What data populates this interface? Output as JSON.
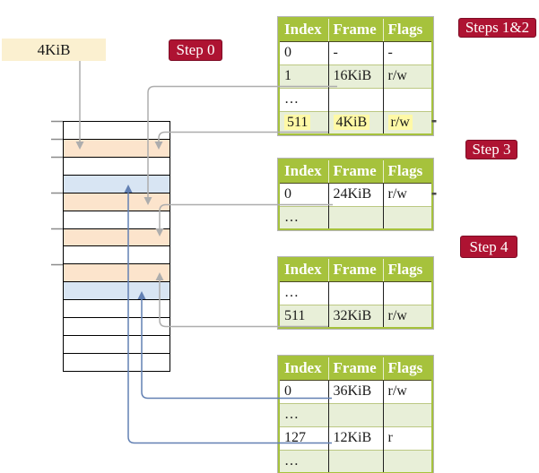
{
  "frame_box": {
    "label": "4KiB"
  },
  "step_labels": {
    "step0": "Step 0",
    "steps12": "Steps 1&2",
    "step3": "Step 3",
    "step4": "Step 4"
  },
  "tables": [
    {
      "id": "t1",
      "headers": [
        "Index",
        "Frame",
        "Flags"
      ],
      "rows": [
        {
          "cells": [
            "0",
            "-",
            "-"
          ]
        },
        {
          "cells": [
            "1",
            "16KiB",
            "r/w"
          ]
        },
        {
          "cells": [
            "…",
            "",
            ""
          ]
        },
        {
          "cells": [
            "511",
            "4KiB",
            "r/w"
          ],
          "highlight": true
        }
      ]
    },
    {
      "id": "t2",
      "headers": [
        "Index",
        "Frame",
        "Flags"
      ],
      "rows": [
        {
          "cells": [
            "0",
            "24KiB",
            "r/w"
          ]
        },
        {
          "cells": [
            "…",
            "",
            ""
          ]
        }
      ]
    },
    {
      "id": "t3",
      "headers": [
        "Index",
        "Frame",
        "Flags"
      ],
      "rows": [
        {
          "cells": [
            "…",
            "",
            ""
          ]
        },
        {
          "cells": [
            "511",
            "32KiB",
            "r/w"
          ]
        }
      ]
    },
    {
      "id": "t4",
      "headers": [
        "Index",
        "Frame",
        "Flags"
      ],
      "rows": [
        {
          "cells": [
            "0",
            "36KiB",
            "r/w"
          ]
        },
        {
          "cells": [
            "…",
            "",
            ""
          ]
        },
        {
          "cells": [
            "127",
            "12KiB",
            "r"
          ]
        },
        {
          "cells": [
            "…",
            "",
            ""
          ]
        }
      ]
    }
  ],
  "memory": {
    "rows": [
      "plain",
      "table",
      "plain",
      "data",
      "table",
      "plain",
      "table",
      "plain",
      "table",
      "data",
      "plain",
      "plain",
      "plain",
      "plain"
    ]
  },
  "colors": {
    "green": "#A6C23C",
    "rowgreen": "#E8EFD8",
    "peach": "#FCE4CC",
    "lblue": "#D8E5F3",
    "cream": "#FBF0D0",
    "crimson": "#AE1332",
    "crimson-dark": "#7D0D26",
    "yellow": "#FFF9A6",
    "gline": "#ADADAD",
    "bline": "#6280B3"
  }
}
